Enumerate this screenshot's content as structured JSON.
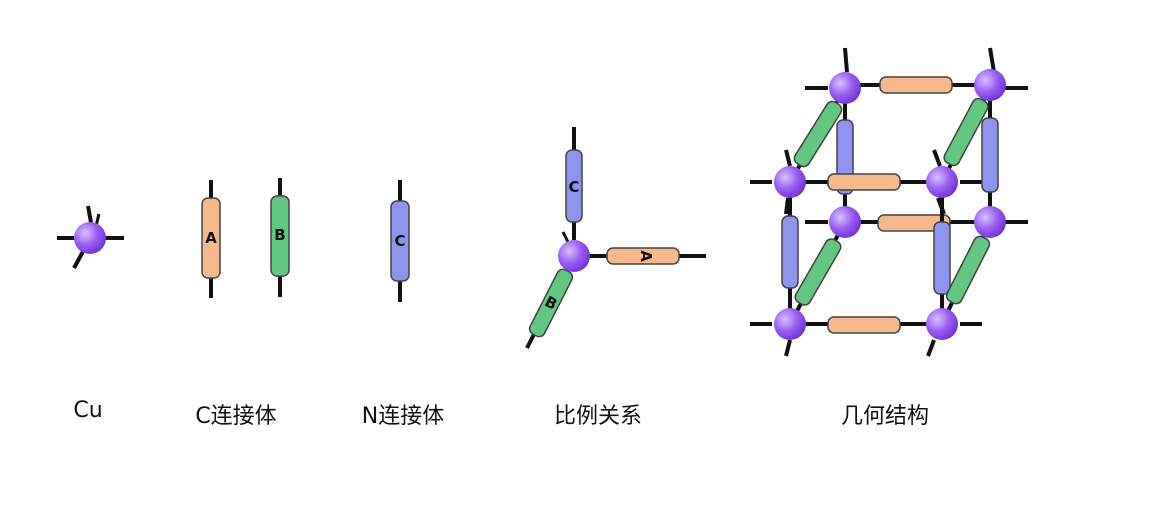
{
  "captions": {
    "cu": "Cu",
    "c_linker": "C连接体",
    "n_linker": "N连接体",
    "ratio": "比例关系",
    "geometry": "几何结构"
  },
  "rod_labels": {
    "a": "A",
    "b": "B",
    "c": "C"
  },
  "colors": {
    "node": "#9a5cf0",
    "node_highlight": "#d6c2ff",
    "rod_a": "#f7b98c",
    "rod_b": "#62c781",
    "rod_c": "#8f95ee",
    "stub": "#111111"
  }
}
